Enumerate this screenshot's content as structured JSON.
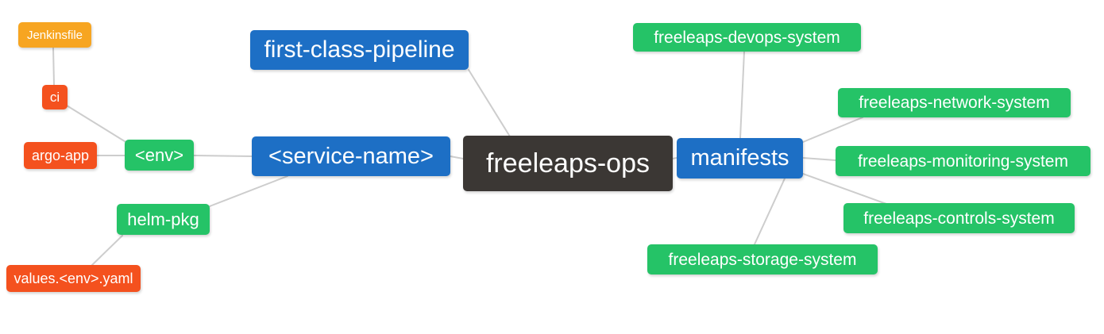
{
  "diagram": {
    "type": "mindmap",
    "background": "#ffffff",
    "edge_color": "#cdcdcd",
    "text_color": "#ffffff",
    "colors": {
      "dark": "#3b3734",
      "blue": "#1d6fc5",
      "green": "#25c367",
      "red": "#f4511e",
      "orange": "#f7a521"
    },
    "root": "freeleaps-ops",
    "nodes": [
      {
        "id": "freeleaps-ops",
        "label": "freeleaps-ops",
        "color": "dark"
      },
      {
        "id": "first-class-pipeline",
        "label": "first-class-pipeline",
        "color": "blue"
      },
      {
        "id": "service-name",
        "label": "<service-name>",
        "color": "blue"
      },
      {
        "id": "manifests",
        "label": "manifests",
        "color": "blue"
      },
      {
        "id": "env",
        "label": "<env>",
        "color": "green"
      },
      {
        "id": "helm-pkg",
        "label": "helm-pkg",
        "color": "green"
      },
      {
        "id": "jenkinsfile",
        "label": "Jenkinsfile",
        "color": "orange"
      },
      {
        "id": "ci",
        "label": "ci",
        "color": "red"
      },
      {
        "id": "argo-app",
        "label": "argo-app",
        "color": "red"
      },
      {
        "id": "values-env-yaml",
        "label": "values.<env>.yaml",
        "color": "red"
      },
      {
        "id": "freeleaps-devops-system",
        "label": "freeleaps-devops-system",
        "color": "green"
      },
      {
        "id": "freeleaps-network-system",
        "label": "freeleaps-network-system",
        "color": "green"
      },
      {
        "id": "freeleaps-monitoring-system",
        "label": "freeleaps-monitoring-system",
        "color": "green"
      },
      {
        "id": "freeleaps-controls-system",
        "label": "freeleaps-controls-system",
        "color": "green"
      },
      {
        "id": "freeleaps-storage-system",
        "label": "freeleaps-storage-system",
        "color": "green"
      }
    ],
    "edges": [
      {
        "from": "jenkinsfile",
        "to": "ci"
      },
      {
        "from": "ci",
        "to": "env"
      },
      {
        "from": "argo-app",
        "to": "env"
      },
      {
        "from": "env",
        "to": "service-name"
      },
      {
        "from": "helm-pkg",
        "to": "service-name"
      },
      {
        "from": "values-env-yaml",
        "to": "helm-pkg"
      },
      {
        "from": "service-name",
        "to": "freeleaps-ops"
      },
      {
        "from": "first-class-pipeline",
        "to": "freeleaps-ops"
      },
      {
        "from": "freeleaps-ops",
        "to": "manifests"
      },
      {
        "from": "manifests",
        "to": "freeleaps-devops-system"
      },
      {
        "from": "manifests",
        "to": "freeleaps-network-system"
      },
      {
        "from": "manifests",
        "to": "freeleaps-monitoring-system"
      },
      {
        "from": "manifests",
        "to": "freeleaps-controls-system"
      },
      {
        "from": "manifests",
        "to": "freeleaps-storage-system"
      }
    ]
  }
}
